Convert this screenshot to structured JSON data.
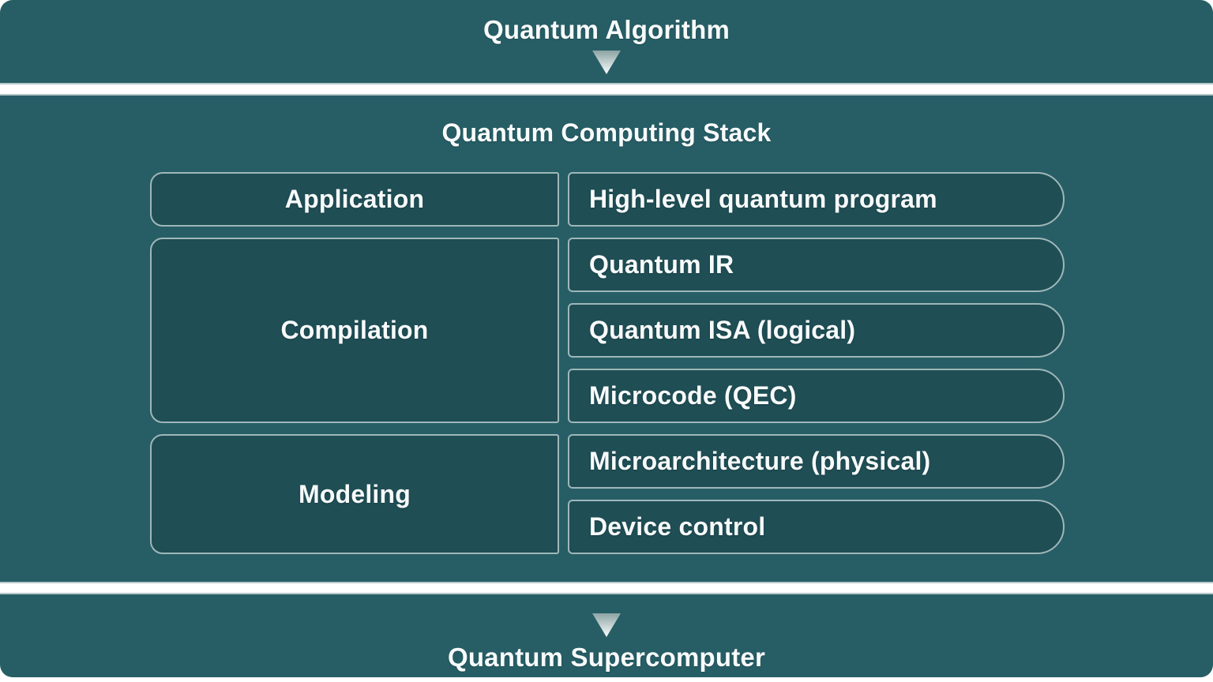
{
  "colors": {
    "page_bg": "#FFFFFF",
    "banner_bg": "#275E66",
    "box_bg": "#1F4E55",
    "box_border": "#9FB7B9",
    "text": "#F8FBFB",
    "divider_fill": "#FFFFFF",
    "divider_edge": "#B7C7C8",
    "arrow_top": "#8CA4A4",
    "arrow_bottom": "#FCFEFE"
  },
  "flow": {
    "input_label": "Quantum Algorithm",
    "output_label": "Quantum Supercomputer"
  },
  "stack": {
    "title": "Quantum Computing Stack",
    "categories": [
      {
        "label": "Application",
        "rows_spanned": 1
      },
      {
        "label": "Compilation",
        "rows_spanned": 3
      },
      {
        "label": "Modeling",
        "rows_spanned": 2
      }
    ],
    "layers": [
      "High-level quantum program",
      "Quantum IR",
      "Quantum ISA (logical)",
      "Microcode (QEC)",
      "Microarchitecture (physical)",
      "Device control"
    ]
  }
}
